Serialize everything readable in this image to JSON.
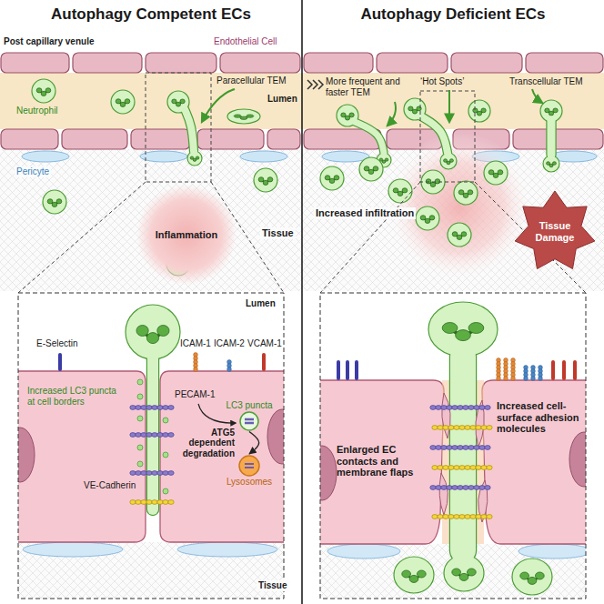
{
  "diagram": {
    "nodes": [
      {
        "text": [
          "Inflammation"
        ]
      },
      {
        "text": [
          "Tissue Damage"
        ]
      },
      {
        "text": [
          "LC3 puncta"
        ]
      },
      {
        "text": [
          "Lysosomes"
        ]
      }
    ],
    "edges": [
      {
        "from": 2,
        "to": 3,
        "arrow": "to",
        "label": "ATG5 dependent degradation"
      }
    ],
    "labels": [
      "Autophagy Competent ECs",
      "Autophagy Deficient ECs",
      "Post capillary venule",
      "Endothelial Cell",
      "Lumen",
      "Paracellular TEM",
      "Neutrophil",
      "Pericyte",
      "Tissue",
      "More frequent and faster TEM",
      "‘Hot Spots’",
      "Transcellular TEM",
      "Increased infiltration",
      "Lumen",
      "E-Selectin",
      "ICAM-1",
      "ICAM-2",
      "VCAM-1",
      "Increased LC3 puncta at cell borders",
      "PECAM-1",
      "VE-Cadherin",
      "Tissue",
      "Enlarged EC contacts and membrane flaps",
      "Increased cell-surface adhesion molecules"
    ]
  }
}
